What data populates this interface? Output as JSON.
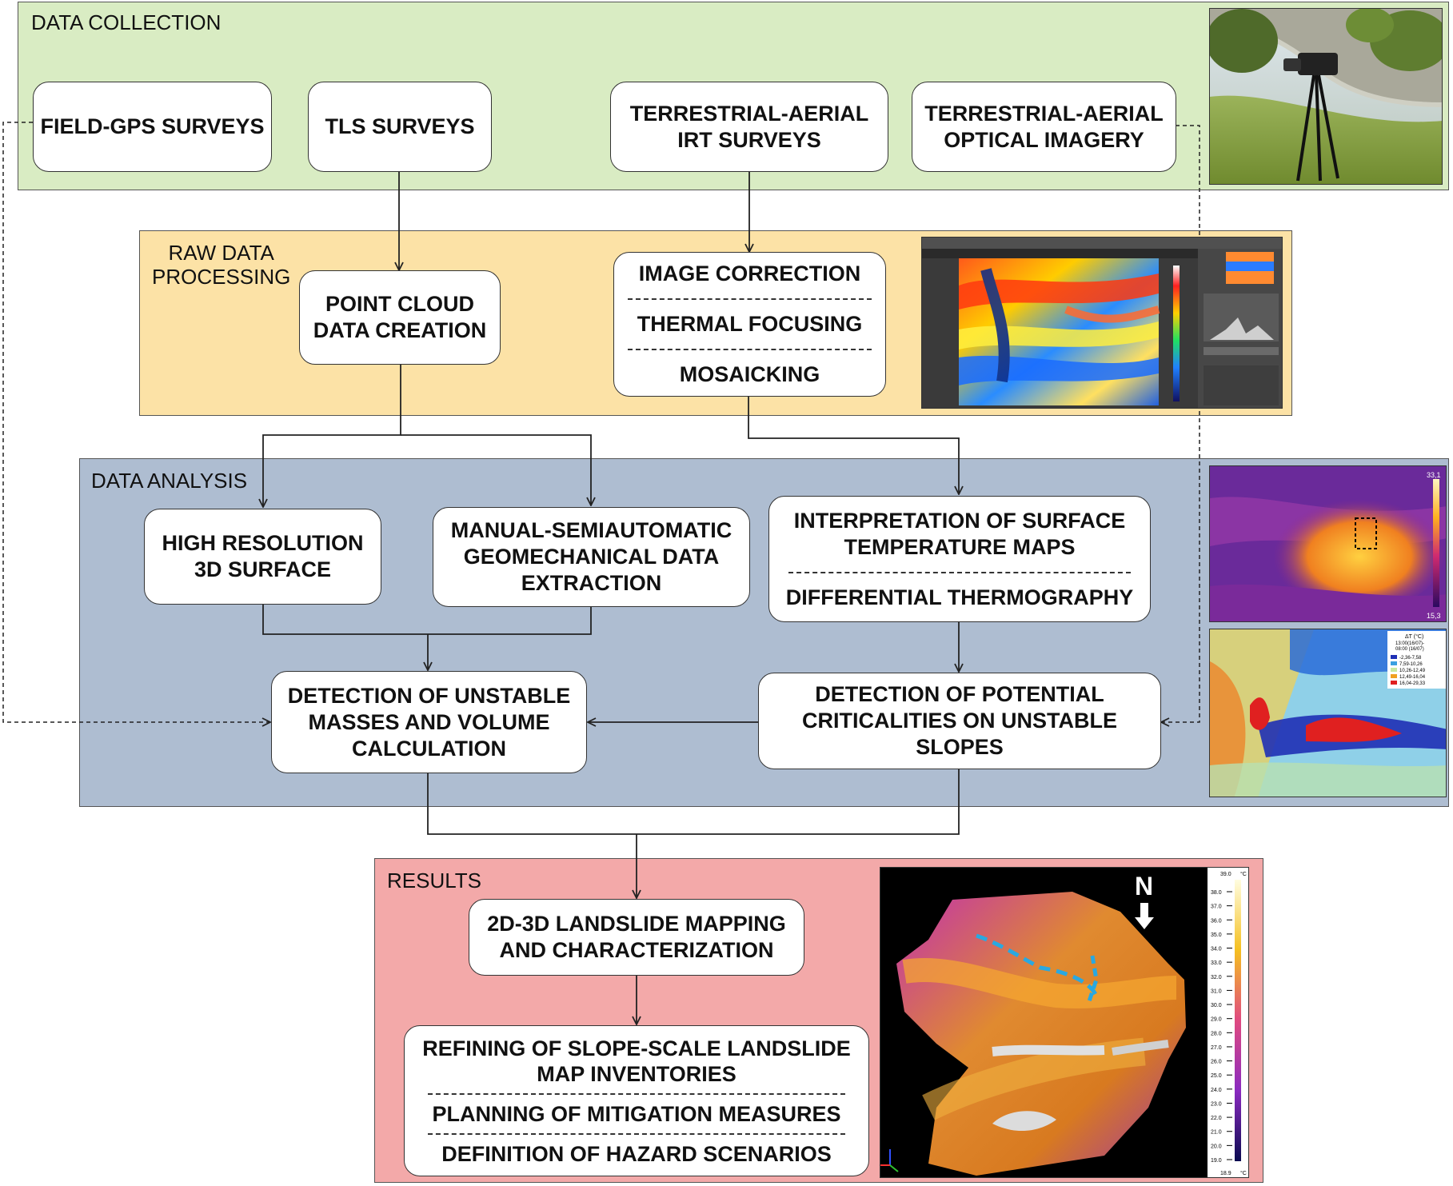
{
  "panels": {
    "data_collection": "DATA COLLECTION",
    "raw_processing": "RAW DATA\nPROCESSING",
    "data_analysis": "DATA ANALYSIS",
    "results": "RESULTS"
  },
  "collection": {
    "field_gps": "FIELD-GPS SURVEYS",
    "tls": "TLS SURVEYS",
    "irt_line1": "TERRESTRIAL-AERIAL",
    "irt_line2": "IRT SURVEYS",
    "optical_line1": "TERRESTRIAL-AERIAL",
    "optical_line2": "OPTICAL IMAGERY"
  },
  "processing": {
    "point_cloud_line1": "POINT CLOUD",
    "point_cloud_line2": "DATA CREATION",
    "image_correction": "IMAGE CORRECTION",
    "thermal_focusing": "THERMAL FOCUSING",
    "mosaicking": "MOSAICKING"
  },
  "analysis": {
    "high_res_line1": "HIGH RESOLUTION",
    "high_res_line2": "3D SURFACE",
    "geomech_line1": "MANUAL-SEMIAUTOMATIC",
    "geomech_line2": "GEOMECHANICAL DATA",
    "geomech_line3": "EXTRACTION",
    "interp_line1": "INTERPRETATION OF SURFACE",
    "interp_line2": "TEMPERATURE MAPS",
    "differential": "DIFFERENTIAL THERMOGRAPHY",
    "unstable_line1": "DETECTION OF UNSTABLE",
    "unstable_line2": "MASSES  AND VOLUME",
    "unstable_line3": "CALCULATION",
    "critical_line1": "DETECTION OF POTENTIAL",
    "critical_line2": "CRITICALITIES ON UNSTABLE",
    "critical_line3": "SLOPES"
  },
  "results": {
    "mapping_line1": "2D-3D LANDSLIDE MAPPING",
    "mapping_line2": "AND CHARACTERIZATION",
    "refining_line1": "REFINING OF SLOPE-SCALE LANDSLIDE",
    "refining_line2": "MAP INVENTORIES",
    "planning": "PLANNING OF MITIGATION MEASURES",
    "hazard": "DEFINITION OF HAZARD SCENARIOS"
  },
  "images": {
    "thermal_scale_max": "33,1",
    "thermal_scale_min": "15,3",
    "diff_legend_title": "ΔT (°C)",
    "diff_legend_time1": "13:00(16/07)-",
    "diff_legend_time2": "08:00 (16/07)",
    "diff_legend_entries": [
      {
        "label": "-2,36-7,58",
        "color": "#1f2fb5"
      },
      {
        "label": "7,59-10,26",
        "color": "#3aa0e0"
      },
      {
        "label": "10,26-12,49",
        "color": "#c7e9a0"
      },
      {
        "label": "12,49-16,04",
        "color": "#f0a020"
      },
      {
        "label": "16,04-29,33",
        "color": "#e02020"
      }
    ],
    "north_label": "N",
    "map_scale_unit": "°C",
    "map_scale_top": "39.0",
    "map_scale_bottom": "18.9",
    "map_scale_ticks": [
      "38.0",
      "37.0",
      "36.0",
      "35.0",
      "34.0",
      "33.0",
      "32.0",
      "31.0",
      "30.0",
      "29.0",
      "28.0",
      "27.0",
      "26.0",
      "25.0",
      "24.0",
      "23.0",
      "22.0",
      "21.0",
      "20.0",
      "19.0"
    ]
  }
}
